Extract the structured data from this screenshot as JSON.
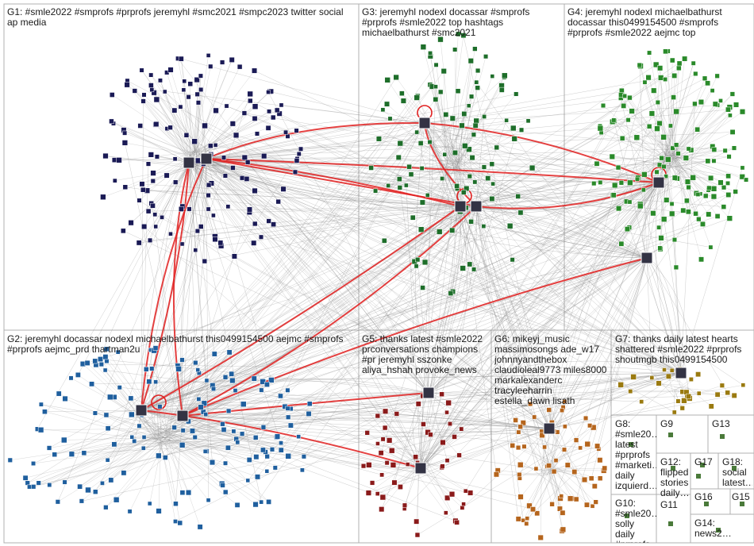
{
  "groups": [
    {
      "id": "G1",
      "label": "G1: #smle2022 #smprofs #prprofs jeremyhl #smc2021 #smpc2023 twitter social ap media"
    },
    {
      "id": "G3",
      "label": "G3: jeremyhl nodexl docassar #smprofs #prprofs #smle2022 top hashtags michaelbathurst #smc2021"
    },
    {
      "id": "G4",
      "label": "G4: jeremyhl nodexl michaelbathurst docassar this0499154500 #smprofs #prprofs #smle2022 aejmc top"
    },
    {
      "id": "G2",
      "label": "G2: jeremyhl docassar nodexl michaelbathurst this0499154500 aejmc #smprofs #prprofs aejmc_prd thartman2u"
    },
    {
      "id": "G5",
      "label": "G5: thanks latest #smle2022 prconversations champions #pr jeremyhl sszonke aliya_hshah provoke_news"
    },
    {
      "id": "G6",
      "label": "G6: mikeyj_music massimosongs ade_w17 johnnyandthebox claudioleal9773 miles8000 markalexanderc tracyleeharrin estella_dawn lisath"
    },
    {
      "id": "G7",
      "label": "G7: thanks daily latest hearts shattered #smle2022 #prprofs shoutmgb this0499154500"
    },
    {
      "id": "G8",
      "label": "G8: #smle20… latest #prprofs #marketi… daily izquierd…"
    },
    {
      "id": "G9",
      "label": "G9"
    },
    {
      "id": "G13",
      "label": "G13"
    },
    {
      "id": "G12",
      "label": "G12: flipped stories daily…"
    },
    {
      "id": "G17",
      "label": "G17"
    },
    {
      "id": "G18",
      "label": "G18: social latest…"
    },
    {
      "id": "G10",
      "label": "G10: #smle20… solly daily #prprofs…"
    },
    {
      "id": "G11",
      "label": "G11"
    },
    {
      "id": "G16",
      "label": "G16"
    },
    {
      "id": "G15",
      "label": "G15"
    },
    {
      "id": "G14",
      "label": "G14: news2…"
    }
  ],
  "colors": {
    "G1": "#1a1a55",
    "G2": "#1f5f9e",
    "G3": "#1e6e2a",
    "G4": "#2a8a2a",
    "G5": "#8a1a1a",
    "G6": "#b5651d",
    "G7": "#9a7a10",
    "edge": "#8c8c8c",
    "strong": "#e02020"
  }
}
